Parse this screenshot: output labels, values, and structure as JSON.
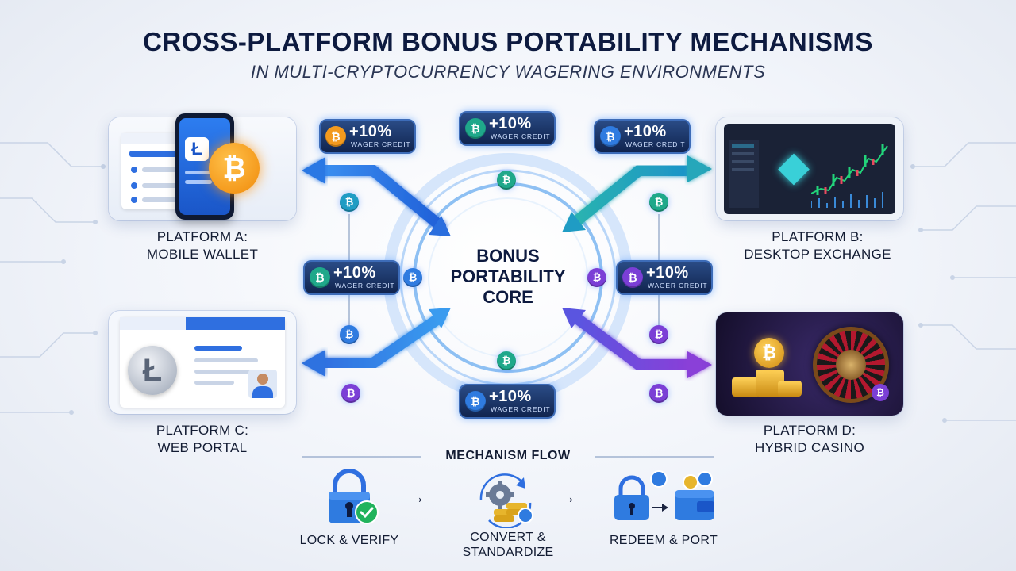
{
  "header": {
    "title": "CROSS-PLATFORM BONUS PORTABILITY MECHANISMS",
    "subtitle": "IN MULTI-CRYPTOCURRENCY WAGERING ENVIRONMENTS"
  },
  "core": {
    "line1": "BONUS",
    "line2": "PORTABILITY",
    "line3": "CORE"
  },
  "platforms": [
    {
      "line1": "PLATFORM A:",
      "line2": "MOBILE WALLET"
    },
    {
      "line1": "PLATFORM B:",
      "line2": "DESKTOP EXCHANGE"
    },
    {
      "line1": "PLATFORM C:",
      "line2": "WEB PORTAL"
    },
    {
      "line1": "PLATFORM D:",
      "line2": "HYBRID CASINO"
    }
  ],
  "badges": [
    {
      "value": "+10%",
      "sub": "WAGER CREDIT",
      "coin": "₿",
      "coin_color": "#f39a1e"
    },
    {
      "value": "+10%",
      "sub": "WAGER CREDIT",
      "coin": "₿",
      "coin_color": "#1fa88a"
    },
    {
      "value": "+10%",
      "sub": "WAGER CREDIT",
      "coin": "₿",
      "coin_color": "#2f7be0"
    },
    {
      "value": "+10%",
      "sub": "WAGER CREDIT",
      "coin": "₿",
      "coin_color": "#1fa88a"
    },
    {
      "value": "+10%",
      "sub": "WAGER CREDIT",
      "coin": "₿",
      "coin_color": "#7b3fd6"
    },
    {
      "value": "+10%",
      "sub": "WAGER CREDIT",
      "coin": "₿",
      "coin_color": "#2f7be0"
    }
  ],
  "node_glyph": "₿",
  "platform_a": {
    "bitcoin_glyph": "₿",
    "litecoin_glyph": "Ł"
  },
  "platform_b": {
    "eth_glyph": "◆"
  },
  "platform_c": {
    "litecoin_glyph": "Ł"
  },
  "platform_d": {
    "bitcoin_glyph": "₿"
  },
  "flow": {
    "title": "MECHANISM FLOW",
    "steps": [
      {
        "label": "LOCK & VERIFY"
      },
      {
        "label_line1": "CONVERT &",
        "label_line2": "STANDARDIZE"
      },
      {
        "label": "REDEEM & PORT"
      }
    ],
    "arrow_glyph": "→"
  },
  "colors": {
    "blue": "#2f7be0",
    "teal": "#1fa88a",
    "purple": "#7b3fd6",
    "orange": "#f39a1e",
    "navy": "#0d1a3f"
  }
}
